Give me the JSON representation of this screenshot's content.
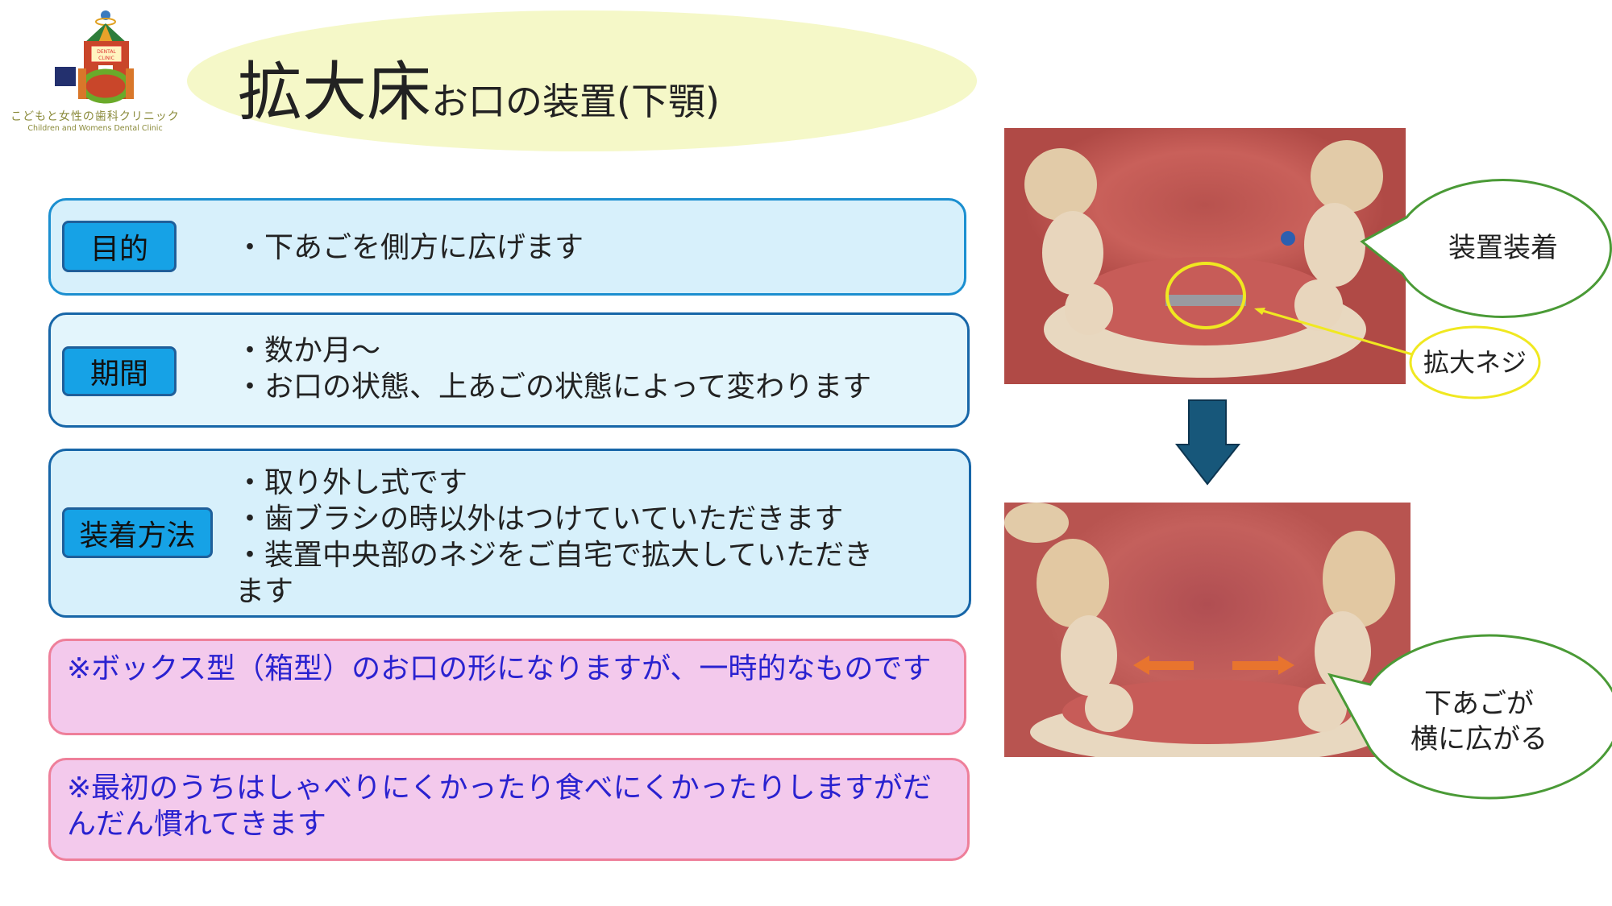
{
  "logo": {
    "name_jp": "こどもと女性の歯科クリニック",
    "name_en": "Children and Womens Dental Clinic",
    "sign": "DENTAL CLINIC"
  },
  "title": {
    "main": "拡大床",
    "sub": "お口の装置(下顎)"
  },
  "sections": [
    {
      "label": "目的",
      "lines": [
        "・下あごを側方に広げます"
      ]
    },
    {
      "label": "期間",
      "lines": [
        "・数か月〜",
        "・お口の状態、上あごの状態によって変わります"
      ]
    },
    {
      "label": "装着方法",
      "lines": [
        "・取り外し式です",
        "・歯ブラシの時以外はつけていていただきます",
        "・装置中央部のネジをご自宅で拡大していただき",
        "ます"
      ]
    }
  ],
  "notes": [
    "※ボックス型（箱型）のお口の形になりますが、一時的なものです",
    "※最初のうちはしゃべりにくかったり食べにくかったりしますがだんだん慣れてきます"
  ],
  "callouts": {
    "before": "装置装着",
    "screw": "拡大ネジ",
    "after_line1": "下あごが",
    "after_line2": "横に広がる"
  },
  "colors": {
    "arrow": "#17577a",
    "orange": "#e8742e",
    "green": "#4a9a36",
    "yellow": "#f0e820"
  }
}
